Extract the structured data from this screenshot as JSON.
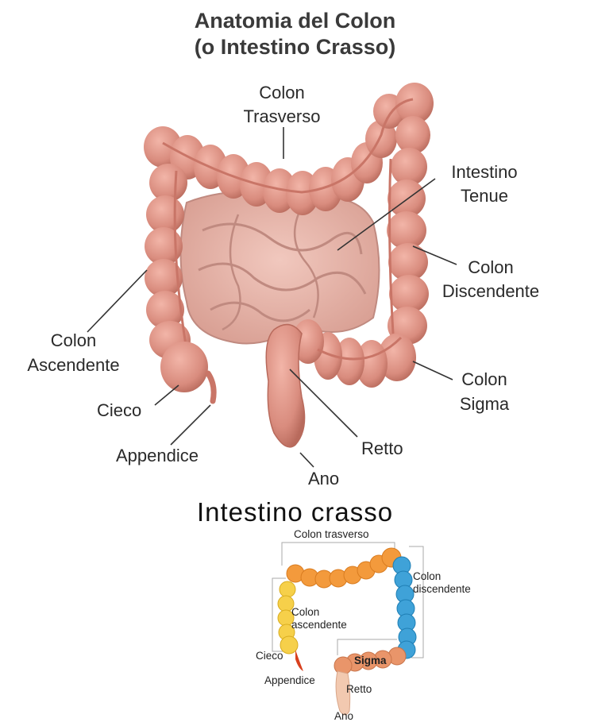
{
  "top_diagram": {
    "title_line1": "Anatomia del Colon",
    "title_line2": "(o Intestino Crasso)",
    "labels": {
      "colon_trasverso_1": "Colon",
      "colon_trasverso_2": "Trasverso",
      "intestino_tenue_1": "Intestino",
      "intestino_tenue_2": "Tenue",
      "colon_discendente_1": "Colon",
      "colon_discendente_2": "Discendente",
      "colon_ascendente_1": "Colon",
      "colon_ascendente_2": "Ascendente",
      "colon_sigma_1": "Colon",
      "colon_sigma_2": "Sigma",
      "cieco": "Cieco",
      "appendice": "Appendice",
      "retto": "Retto",
      "ano": "Ano"
    },
    "colors": {
      "colon": "#d98c7e",
      "colon_dark": "#b86a5c",
      "small_intestine": "#e7b3a8"
    }
  },
  "bottom_diagram": {
    "title": "Intestino crasso",
    "labels": {
      "colon_trasverso": "Colon trasverso",
      "colon_discendente_1": "Colon",
      "colon_discendente_2": "discendente",
      "colon_ascendente_1": "Colon",
      "colon_ascendente_2": "ascendente",
      "cieco": "Cieco",
      "appendice": "Appendice",
      "sigma": "Sigma",
      "retto": "Retto",
      "ano": "Ano"
    },
    "colors": {
      "trasverso": "#f39a3c",
      "discendente": "#3fa2d8",
      "ascendente": "#f6d04a",
      "sigma": "#e9956a",
      "appendice": "#d8401e",
      "retto": "#f2c9b0"
    }
  }
}
